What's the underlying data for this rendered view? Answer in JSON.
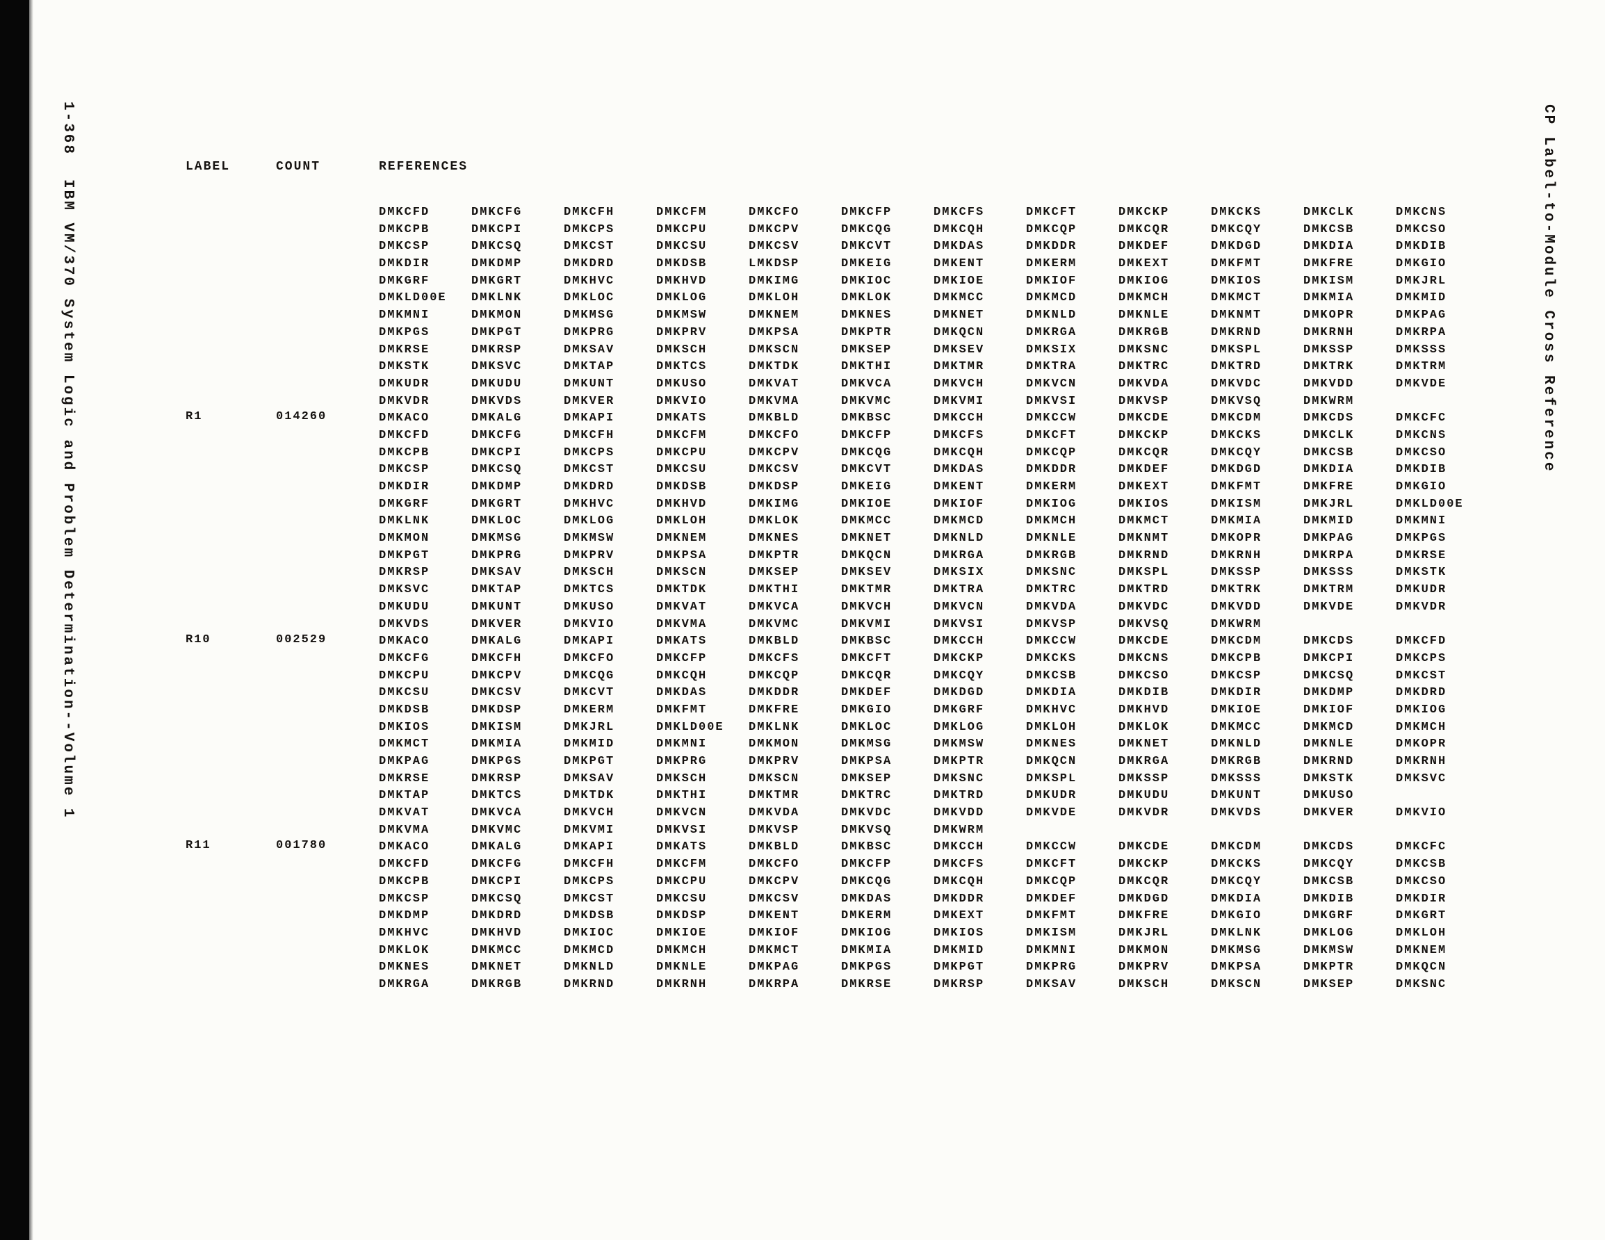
{
  "page": {
    "left_margin_page_number": "1-368",
    "left_margin_title": "IBM VM/370 System Logic and Problem Determination--Volume 1",
    "right_margin_title": "CP Label-to-Module Cross Reference",
    "columns": {
      "label": "LABEL",
      "count": "COUNT",
      "references": "REFERENCES"
    }
  },
  "entries": [
    {
      "label": "",
      "count": "",
      "rows": [
        [
          "DMKCFD",
          "DMKCFG",
          "DMKCFH",
          "DMKCFM",
          "DMKCFO",
          "DMKCFP",
          "DMKCFS",
          "DMKCFT",
          "DMKCKP",
          "DMKCKS",
          "DMKCLK",
          "DMKCNS"
        ],
        [
          "DMKCPB",
          "DMKCPI",
          "DMKCPS",
          "DMKCPU",
          "DMKCPV",
          "DMKCQG",
          "DMKCQH",
          "DMKCQP",
          "DMKCQR",
          "DMKCQY",
          "DMKCSB",
          "DMKCSO"
        ],
        [
          "DMKCSP",
          "DMKCSQ",
          "DMKCST",
          "DMKCSU",
          "DMKCSV",
          "DMKCVT",
          "DMKDAS",
          "DMKDDR",
          "DMKDEF",
          "DMKDGD",
          "DMKDIA",
          "DMKDIB"
        ],
        [
          "DMKDIR",
          "DMKDMP",
          "DMKDRD",
          "DMKDSB",
          "LMKDSP",
          "DMKEIG",
          "DMKENT",
          "DMKERM",
          "DMKEXT",
          "DMKFMT",
          "DMKFRE",
          "DMKGIO"
        ],
        [
          "DMKGRF",
          "DMKGRT",
          "DMKHVC",
          "DMKHVD",
          "DMKIMG",
          "DMKIOC",
          "DMKIOE",
          "DMKIOF",
          "DMKIOG",
          "DMKIOS",
          "DMKISM",
          "DMKJRL"
        ],
        [
          "DMKLD00E",
          "DMKLNK",
          "DMKLOC",
          "DMKLOG",
          "DMKLOH",
          "DMKLOK",
          "DMKMCC",
          "DMKMCD",
          "DMKMCH",
          "DMKMCT",
          "DMKMIA",
          "DMKMID"
        ],
        [
          "DMKMNI",
          "DMKMON",
          "DMKMSG",
          "DMKMSW",
          "DMKNEM",
          "DMKNES",
          "DMKNET",
          "DMKNLD",
          "DMKNLE",
          "DMKNMT",
          "DMKOPR",
          "DMKPAG"
        ],
        [
          "DMKPGS",
          "DMKPGT",
          "DMKPRG",
          "DMKPRV",
          "DMKPSA",
          "DMKPTR",
          "DMKQCN",
          "DMKRGA",
          "DMKRGB",
          "DMKRND",
          "DMKRNH",
          "DMKRPA"
        ],
        [
          "DMKRSE",
          "DMKRSP",
          "DMKSAV",
          "DMKSCH",
          "DMKSCN",
          "DMKSEP",
          "DMKSEV",
          "DMKSIX",
          "DMKSNC",
          "DMKSPL",
          "DMKSSP",
          "DMKSSS"
        ],
        [
          "DMKSTK",
          "DMKSVC",
          "DMKTAP",
          "DMKTCS",
          "DMKTDK",
          "DMKTHI",
          "DMKTMR",
          "DMKTRA",
          "DMKTRC",
          "DMKTRD",
          "DMKTRK",
          "DMKTRM"
        ],
        [
          "DMKUDR",
          "DMKUDU",
          "DMKUNT",
          "DMKUSO",
          "DMKVAT",
          "DMKVCA",
          "DMKVCH",
          "DMKVCN",
          "DMKVDA",
          "DMKVDC",
          "DMKVDD",
          "DMKVDE"
        ],
        [
          "DMKVDR",
          "DMKVDS",
          "DMKVER",
          "DMKVIO",
          "DMKVMA",
          "DMKVMC",
          "DMKVMI",
          "DMKVSI",
          "DMKVSP",
          "DMKVSQ",
          "DMKWRM"
        ]
      ]
    },
    {
      "label": "R1",
      "count": "014260",
      "rows": [
        [
          "DMKACO",
          "DMKALG",
          "DMKAPI",
          "DMKATS",
          "DMKBLD",
          "DMKBSC",
          "DMKCCH",
          "DMKCCW",
          "DMKCDE",
          "DMKCDM",
          "DMKCDS",
          "DMKCFC"
        ],
        [
          "DMKCFD",
          "DMKCFG",
          "DMKCFH",
          "DMKCFM",
          "DMKCFO",
          "DMKCFP",
          "DMKCFS",
          "DMKCFT",
          "DMKCKP",
          "DMKCKS",
          "DMKCLK",
          "DMKCNS"
        ],
        [
          "DMKCPB",
          "DMKCPI",
          "DMKCPS",
          "DMKCPU",
          "DMKCPV",
          "DMKCQG",
          "DMKCQH",
          "DMKCQP",
          "DMKCQR",
          "DMKCQY",
          "DMKCSB",
          "DMKCSO"
        ],
        [
          "DMKCSP",
          "DMKCSQ",
          "DMKCST",
          "DMKCSU",
          "DMKCSV",
          "DMKCVT",
          "DMKDAS",
          "DMKDDR",
          "DMKDEF",
          "DMKDGD",
          "DMKDIA",
          "DMKDIB"
        ],
        [
          "DMKDIR",
          "DMKDMP",
          "DMKDRD",
          "DMKDSB",
          "DMKDSP",
          "DMKEIG",
          "DMKENT",
          "DMKERM",
          "DMKEXT",
          "DMKFMT",
          "DMKFRE",
          "DMKGIO"
        ],
        [
          "DMKGRF",
          "DMKGRT",
          "DMKHVC",
          "DMKHVD",
          "DMKIMG",
          "DMKIOE",
          "DMKIOF",
          "DMKIOG",
          "DMKIOS",
          "DMKISM",
          "DMKJRL",
          "DMKLD00E"
        ],
        [
          "DMKLNK",
          "DMKLOC",
          "DMKLOG",
          "DMKLOH",
          "DMKLOK",
          "DMKMCC",
          "DMKMCD",
          "DMKMCH",
          "DMKMCT",
          "DMKMIA",
          "DMKMID",
          "DMKMNI"
        ],
        [
          "DMKMON",
          "DMKMSG",
          "DMKMSW",
          "DMKNEM",
          "DMKNES",
          "DMKNET",
          "DMKNLD",
          "DMKNLE",
          "DMKNMT",
          "DMKOPR",
          "DMKPAG",
          "DMKPGS"
        ],
        [
          "DMKPGT",
          "DMKPRG",
          "DMKPRV",
          "DMKPSA",
          "DMKPTR",
          "DMKQCN",
          "DMKRGA",
          "DMKRGB",
          "DMKRND",
          "DMKRNH",
          "DMKRPA",
          "DMKRSE"
        ],
        [
          "DMKRSP",
          "DMKSAV",
          "DMKSCH",
          "DMKSCN",
          "DMKSEP",
          "DMKSEV",
          "DMKSIX",
          "DMKSNC",
          "DMKSPL",
          "DMKSSP",
          "DMKSSS",
          "DMKSTK"
        ],
        [
          "DMKSVC",
          "DMKTAP",
          "DMKTCS",
          "DMKTDK",
          "DMKTHI",
          "DMKTMR",
          "DMKTRA",
          "DMKTRC",
          "DMKTRD",
          "DMKTRK",
          "DMKTRM",
          "DMKUDR"
        ],
        [
          "DMKUDU",
          "DMKUNT",
          "DMKUSO",
          "DMKVAT",
          "DMKVCA",
          "DMKVCH",
          "DMKVCN",
          "DMKVDA",
          "DMKVDC",
          "DMKVDD",
          "DMKVDE",
          "DMKVDR"
        ],
        [
          "DMKVDS",
          "DMKVER",
          "DMKVIO",
          "DMKVMA",
          "DMKVMC",
          "DMKVMI",
          "DMKVSI",
          "DMKVSP",
          "DMKVSQ",
          "DMKWRM"
        ]
      ]
    },
    {
      "label": "R10",
      "count": "002529",
      "rows": [
        [
          "DMKACO",
          "DMKALG",
          "DMKAPI",
          "DMKATS",
          "DMKBLD",
          "DMKBSC",
          "DMKCCH",
          "DMKCCW",
          "DMKCDE",
          "DMKCDM",
          "DMKCDS",
          "DMKCFD"
        ],
        [
          "DMKCFG",
          "DMKCFH",
          "DMKCFO",
          "DMKCFP",
          "DMKCFS",
          "DMKCFT",
          "DMKCKP",
          "DMKCKS",
          "DMKCNS",
          "DMKCPB",
          "DMKCPI",
          "DMKCPS"
        ],
        [
          "DMKCPU",
          "DMKCPV",
          "DMKCQG",
          "DMKCQH",
          "DMKCQP",
          "DMKCQR",
          "DMKCQY",
          "DMKCSB",
          "DMKCSO",
          "DMKCSP",
          "DMKCSQ",
          "DMKCST"
        ],
        [
          "DMKCSU",
          "DMKCSV",
          "DMKCVT",
          "DMKDAS",
          "DMKDDR",
          "DMKDEF",
          "DMKDGD",
          "DMKDIA",
          "DMKDIB",
          "DMKDIR",
          "DMKDMP",
          "DMKDRD"
        ],
        [
          "DMKDSB",
          "DMKDSP",
          "DMKERM",
          "DMKFMT",
          "DMKFRE",
          "DMKGIO",
          "DMKGRF",
          "DMKHVC",
          "DMKHVD",
          "DMKIOE",
          "DMKIOF",
          "DMKIOG"
        ],
        [
          "DMKIOS",
          "DMKISM",
          "DMKJRL",
          "DMKLD00E",
          "DMKLNK",
          "DMKLOC",
          "DMKLOG",
          "DMKLOH",
          "DMKLOK",
          "DMKMCC",
          "DMKMCD",
          "DMKMCH"
        ],
        [
          "DMKMCT",
          "DMKMIA",
          "DMKMID",
          "DMKMNI",
          "DMKMON",
          "DMKMSG",
          "DMKMSW",
          "DMKNES",
          "DMKNET",
          "DMKNLD",
          "DMKNLE",
          "DMKOPR"
        ],
        [
          "DMKPAG",
          "DMKPGS",
          "DMKPGT",
          "DMKPRG",
          "DMKPRV",
          "DMKPSA",
          "DMKPTR",
          "DMKQCN",
          "DMKRGA",
          "DMKRGB",
          "DMKRND",
          "DMKRNH"
        ],
        [
          "DMKRSE",
          "DMKRSP",
          "DMKSAV",
          "DMKSCH",
          "DMKSCN",
          "DMKSEP",
          "DMKSNC",
          "DMKSPL",
          "DMKSSP",
          "DMKSSS",
          "DMKSTK",
          "DMKSVC"
        ],
        [
          "DMKTAP",
          "DMKTCS",
          "DMKTDK",
          "DMKTHI",
          "DMKTMR",
          "DMKTRC",
          "DMKTRD",
          "DMKUDR",
          "DMKUDU",
          "DMKUNT",
          "DMKUSO"
        ],
        [
          "DMKVAT",
          "DMKVCA",
          "DMKVCH",
          "DMKVCN",
          "DMKVDA",
          "DMKVDC",
          "DMKVDD",
          "DMKVDE",
          "DMKVDR",
          "DMKVDS",
          "DMKVER",
          "DMKVIO"
        ],
        [
          "DMKVMA",
          "DMKVMC",
          "DMKVMI",
          "DMKVSI",
          "DMKVSP",
          "DMKVSQ",
          "DMKWRM"
        ]
      ]
    },
    {
      "label": "R11",
      "count": "001780",
      "rows": [
        [
          "DMKACO",
          "DMKALG",
          "DMKAPI",
          "DMKATS",
          "DMKBLD",
          "DMKBSC",
          "DMKCCH",
          "DMKCCW",
          "DMKCDE",
          "DMKCDM",
          "DMKCDS",
          "DMKCFC"
        ],
        [
          "DMKCFD",
          "DMKCFG",
          "DMKCFH",
          "DMKCFM",
          "DMKCFO",
          "DMKCFP",
          "DMKCFS",
          "DMKCFT",
          "DMKCKP",
          "DMKCKS",
          "DMKCQY",
          "DMKCSB"
        ],
        [
          "DMKCPB",
          "DMKCPI",
          "DMKCPS",
          "DMKCPU",
          "DMKCPV",
          "DMKCQG",
          "DMKCQH",
          "DMKCQP",
          "DMKCQR",
          "DMKCQY",
          "DMKCSB",
          "DMKCSO"
        ],
        [
          "DMKCSP",
          "DMKCSQ",
          "DMKCST",
          "DMKCSU",
          "DMKCSV",
          "DMKDAS",
          "DMKDDR",
          "DMKDEF",
          "DMKDGD",
          "DMKDIA",
          "DMKDIB",
          "DMKDIR"
        ],
        [
          "DMKDMP",
          "DMKDRD",
          "DMKDSB",
          "DMKDSP",
          "DMKENT",
          "DMKERM",
          "DMKEXT",
          "DMKFMT",
          "DMKFRE",
          "DMKGIO",
          "DMKGRF",
          "DMKGRT"
        ],
        [
          "DMKHVC",
          "DMKHVD",
          "DMKIOC",
          "DMKIOE",
          "DMKIOF",
          "DMKIOG",
          "DMKIOS",
          "DMKISM",
          "DMKJRL",
          "DMKLNK",
          "DMKLOG",
          "DMKLOH"
        ],
        [
          "DMKLOK",
          "DMKMCC",
          "DMKMCD",
          "DMKMCH",
          "DMKMCT",
          "DMKMIA",
          "DMKMID",
          "DMKMNI",
          "DMKMON",
          "DMKMSG",
          "DMKMSW",
          "DMKNEM"
        ],
        [
          "DMKNES",
          "DMKNET",
          "DMKNLD",
          "DMKNLE",
          "DMKPAG",
          "DMKPGS",
          "DMKPGT",
          "DMKPRG",
          "DMKPRV",
          "DMKPSA",
          "DMKPTR",
          "DMKQCN"
        ],
        [
          "DMKRGA",
          "DMKRGB",
          "DMKRND",
          "DMKRNH",
          "DMKRPA",
          "DMKRSE",
          "DMKRSP",
          "DMKSAV",
          "DMKSCH",
          "DMKSCN",
          "DMKSEP",
          "DMKSNC"
        ]
      ]
    }
  ]
}
